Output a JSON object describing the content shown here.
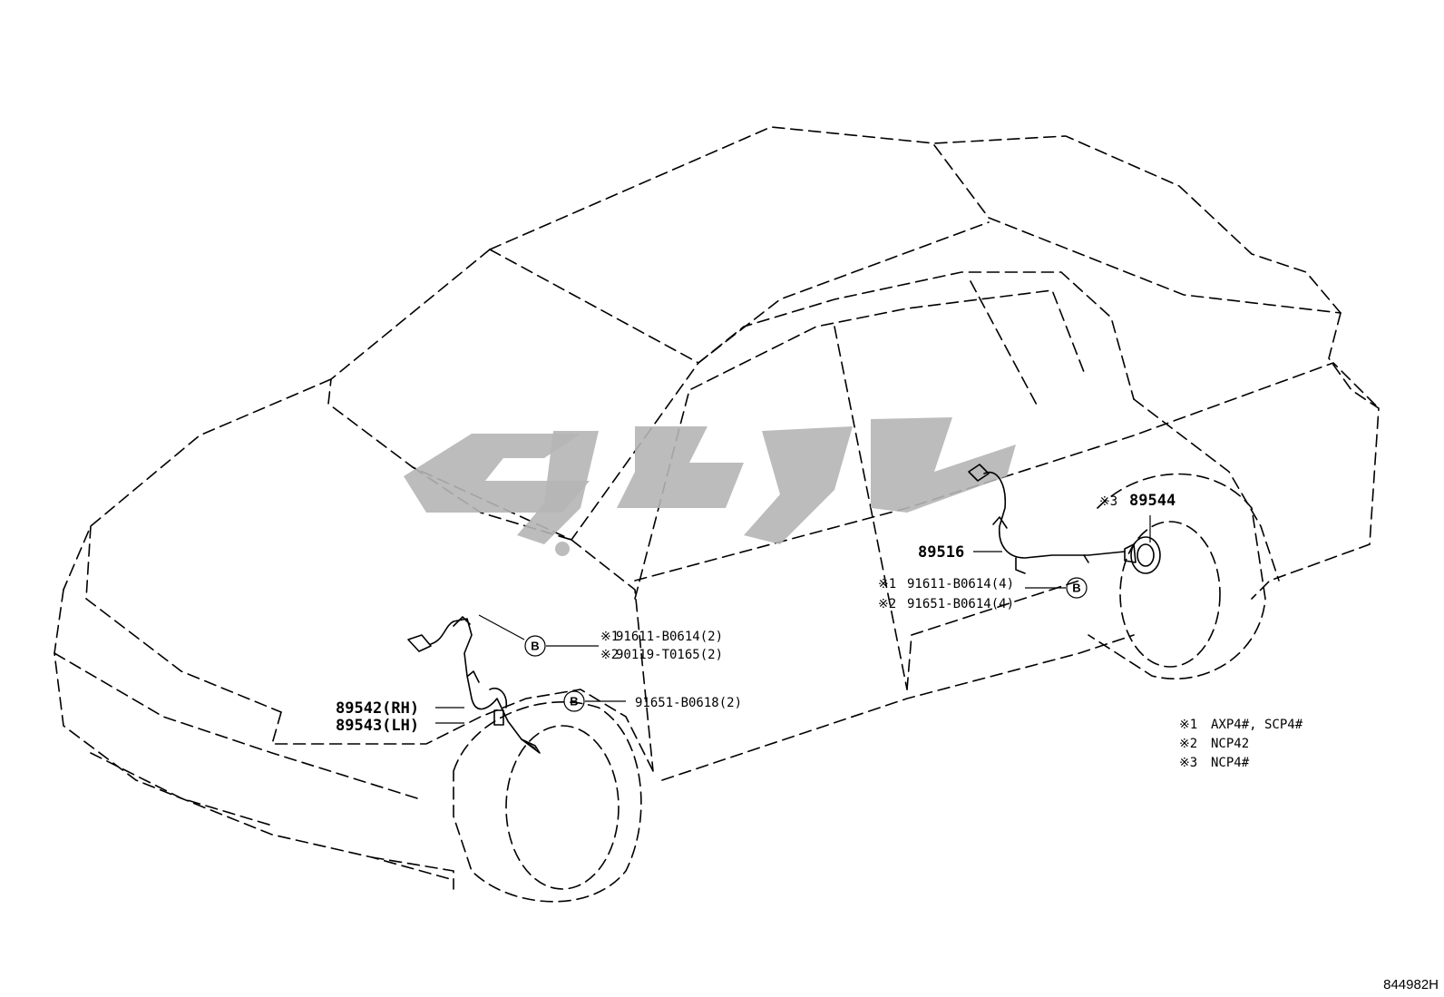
{
  "callouts": {
    "front_sensor_rh": "89542(RH)",
    "front_sensor_lh": "89543(LH)",
    "front_bolt_1_mark": "※1",
    "front_bolt_1_part": "91611-B0614(2)",
    "front_bolt_2_mark": "※2",
    "front_bolt_2_part": "90119-T0165(2)",
    "front_bolt_3_part": "91651-B0618(2)",
    "rear_sensor": "89516",
    "rear_bolt_1_mark": "※1",
    "rear_bolt_1_part": "91611-B0614(4)",
    "rear_bolt_2_mark": "※2",
    "rear_bolt_2_part": "91651-B0614(4)",
    "rear_rotor_mark": "※3",
    "rear_rotor_part": "89544",
    "fastener_marker": "B"
  },
  "legend": [
    {
      "mark": "※1",
      "text": "AXP4#, SCP4#"
    },
    {
      "mark": "※2",
      "text": "NCP42"
    },
    {
      "mark": "※3",
      "text": "NCP4#"
    }
  ],
  "figure_code": "844982H"
}
